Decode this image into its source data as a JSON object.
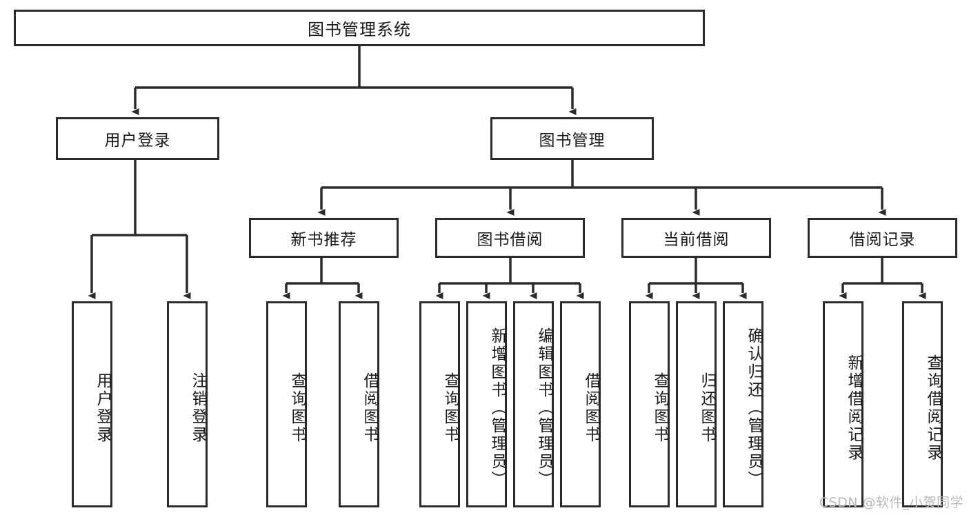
{
  "diagram": {
    "type": "hierarchy-tree",
    "title": "图书管理系统",
    "orientation": "top-down",
    "levels": 4,
    "line_color": "#2b2b2b",
    "box_fill": "#ffffff",
    "text_color": "#1a1a1a"
  },
  "nodes": {
    "root": {
      "label": "图书管理系统"
    },
    "level2": [
      {
        "id": "user-login",
        "label": "用户登录"
      },
      {
        "id": "book-manage",
        "label": "图书管理"
      }
    ],
    "level3": [
      {
        "id": "new-book-rec",
        "label": "新书推荐"
      },
      {
        "id": "book-borrow",
        "label": "图书借阅"
      },
      {
        "id": "current-borrow",
        "label": "当前借阅"
      },
      {
        "id": "borrow-record",
        "label": "借阅记录"
      }
    ],
    "leaves": {
      "user-login": [
        {
          "id": "leaf-user-login",
          "label": "用户登录"
        },
        {
          "id": "leaf-logout",
          "label": "注销登录"
        }
      ],
      "new-book-rec": [
        {
          "id": "leaf-query-book-1",
          "label": "查询图书"
        },
        {
          "id": "leaf-borrow-book-1",
          "label": "借阅图书"
        }
      ],
      "book-borrow": [
        {
          "id": "leaf-query-book-2",
          "label": "查询图书"
        },
        {
          "id": "leaf-add-book",
          "label": "新增图书（管理员）"
        },
        {
          "id": "leaf-edit-book",
          "label": "编辑图书（管理员）"
        },
        {
          "id": "leaf-borrow-book-2",
          "label": "借阅图书"
        }
      ],
      "current-borrow": [
        {
          "id": "leaf-query-book-3",
          "label": "查询图书"
        },
        {
          "id": "leaf-return-book",
          "label": "归还图书"
        },
        {
          "id": "leaf-confirm-return",
          "label": "确认归还（管理员）"
        }
      ],
      "borrow-record": [
        {
          "id": "leaf-add-record",
          "label": "新增借阅记录"
        },
        {
          "id": "leaf-query-record",
          "label": "查询借阅记录"
        }
      ]
    }
  },
  "watermark": {
    "text": "CSDN @软件_小贺同学",
    "color": "#b8b8b8"
  }
}
